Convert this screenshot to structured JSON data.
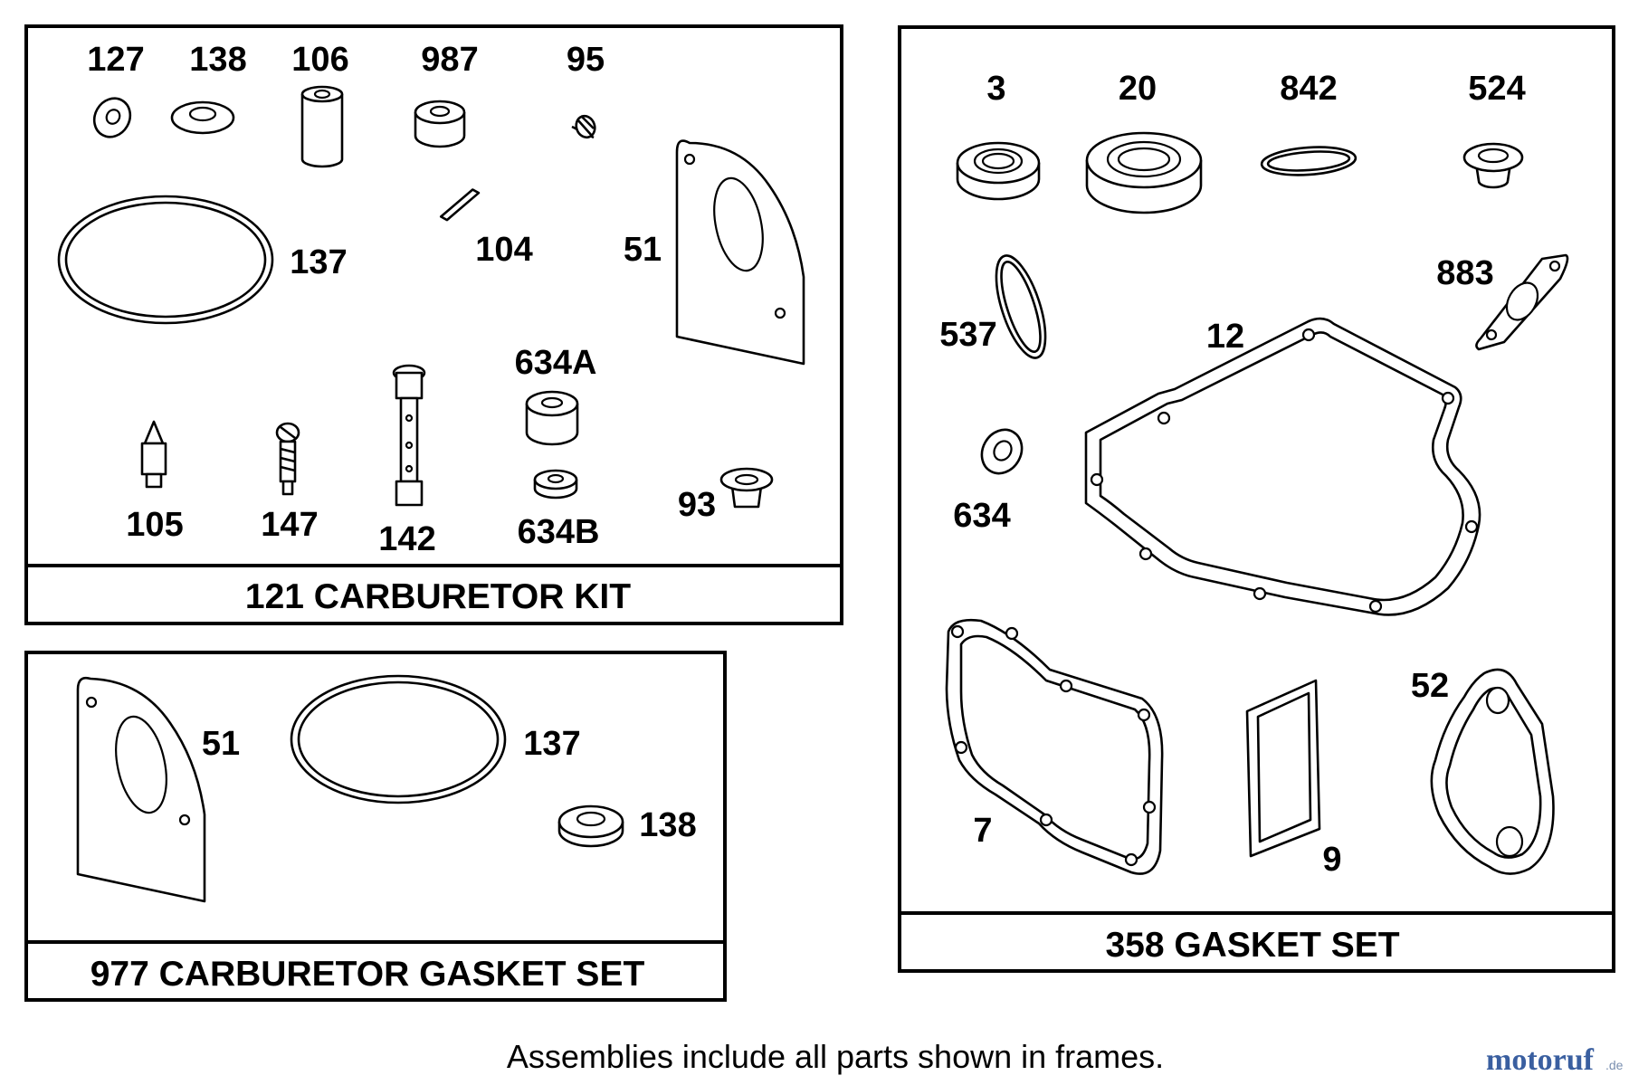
{
  "kits": [
    {
      "title": "121 CARBURETOR KIT",
      "callouts": [
        "127",
        "138",
        "106",
        "987",
        "95",
        "137",
        "104",
        "51",
        "634A",
        "105",
        "147",
        "142",
        "634B",
        "93"
      ]
    },
    {
      "title": "977 CARBURETOR GASKET SET",
      "callouts": [
        "51",
        "137",
        "138"
      ]
    },
    {
      "title": "358 GASKET SET",
      "callouts": [
        "3",
        "20",
        "842",
        "524",
        "537",
        "12",
        "883",
        "634",
        "7",
        "9",
        "52"
      ]
    }
  ],
  "footer": "Assemblies include all parts shown in frames.",
  "watermark": {
    "main": "motoruf",
    "suffix": ".de"
  }
}
